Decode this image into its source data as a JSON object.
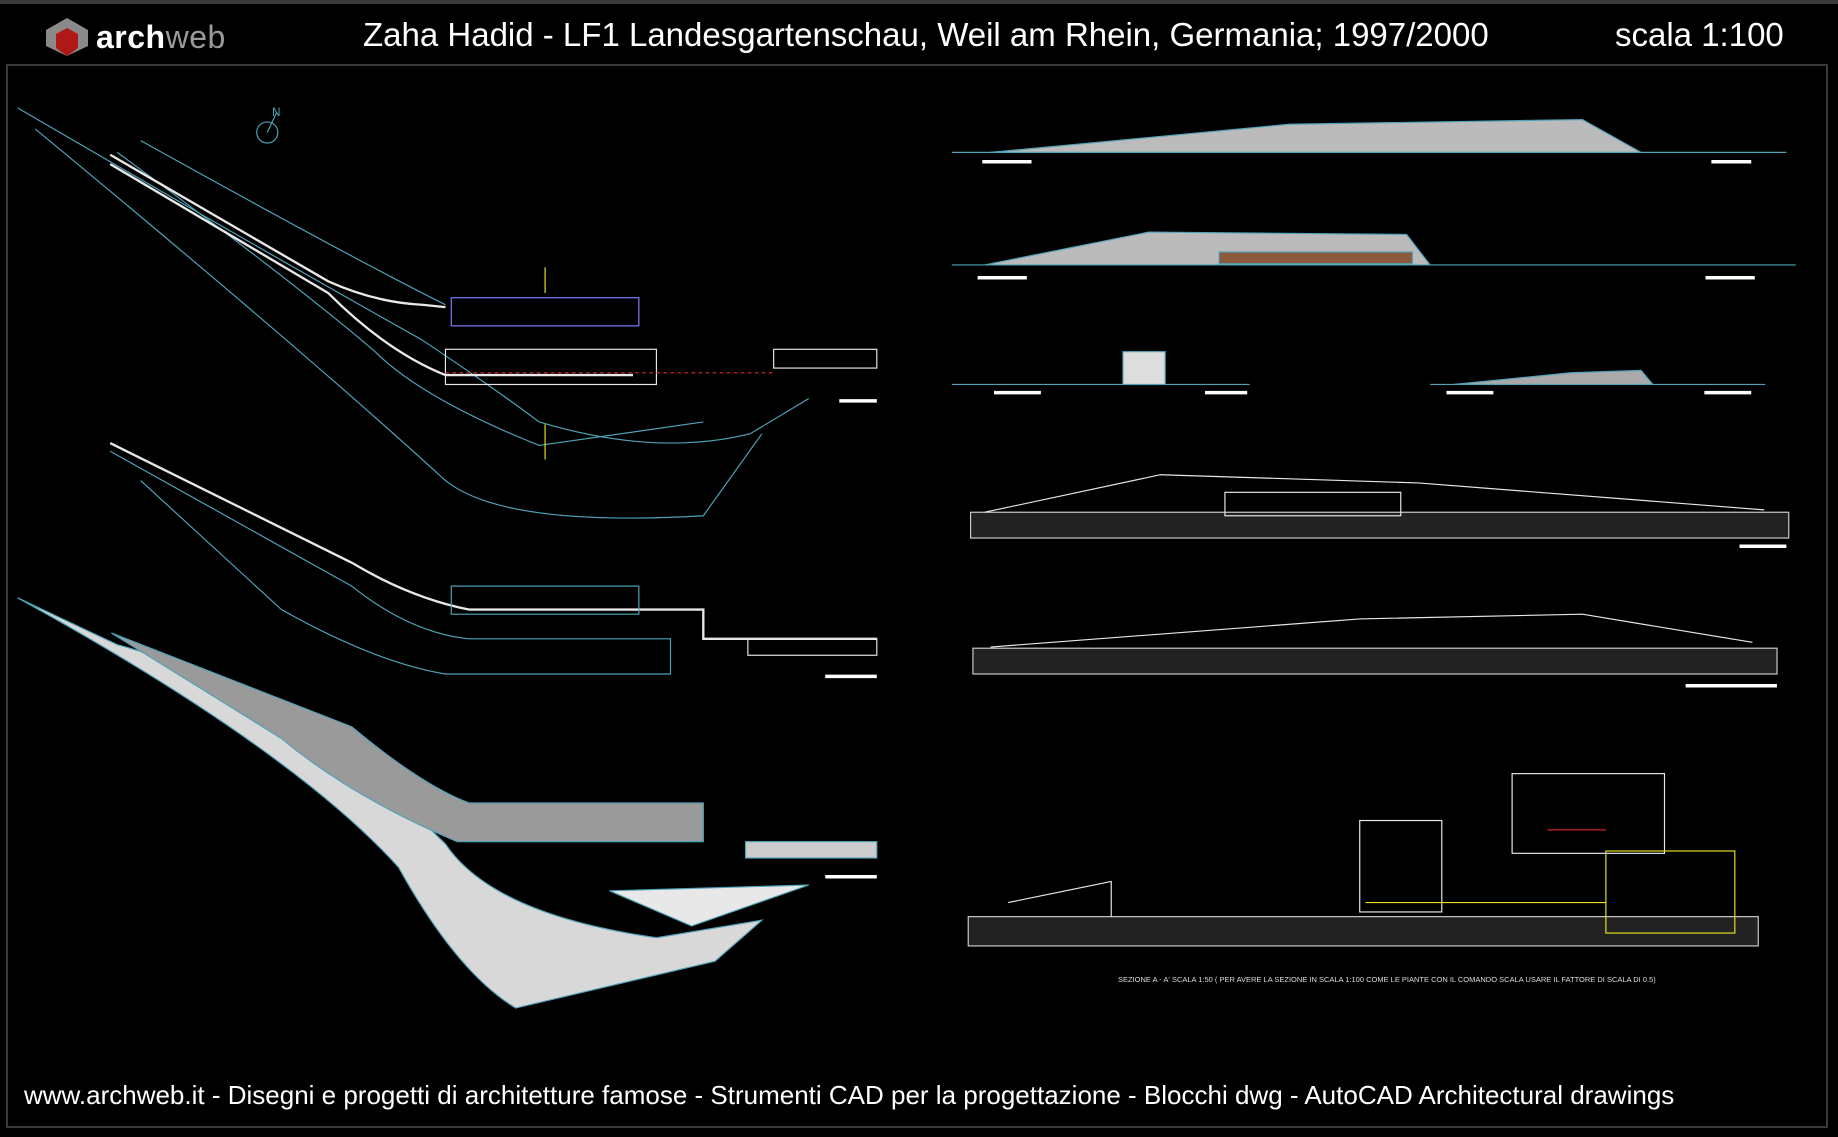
{
  "header": {
    "logo": {
      "part1": "arch",
      "part2": "web"
    },
    "title": "Zaha Hadid - LF1 Landesgartenschau, Weil am Rhein, Germania; 1997/2000",
    "scale": "scala 1:100"
  },
  "drawing": {
    "north_label": "N",
    "section_caption": "SEZIONE  A - A'    SCALA 1:50  ( PER AVERE LA SEZIONE IN SCALA 1:100 COME LE PIANTE CON IL COMANDO SCALA USARE IL FATTORE DI SCALA DI 0.5)"
  },
  "footer": {
    "text": "www.archweb.it -   Disegni e progetti di architetture famose  -  Strumenti CAD  per la progettazione  -  Blocchi dwg - AutoCAD Architectural drawings"
  },
  "colors": {
    "background": "#000000",
    "cad_line": "#4fa3b8",
    "white_line": "#e8e8e8",
    "red": "#d02020",
    "yellow": "#e8e020",
    "border": "#3a3a3a"
  }
}
